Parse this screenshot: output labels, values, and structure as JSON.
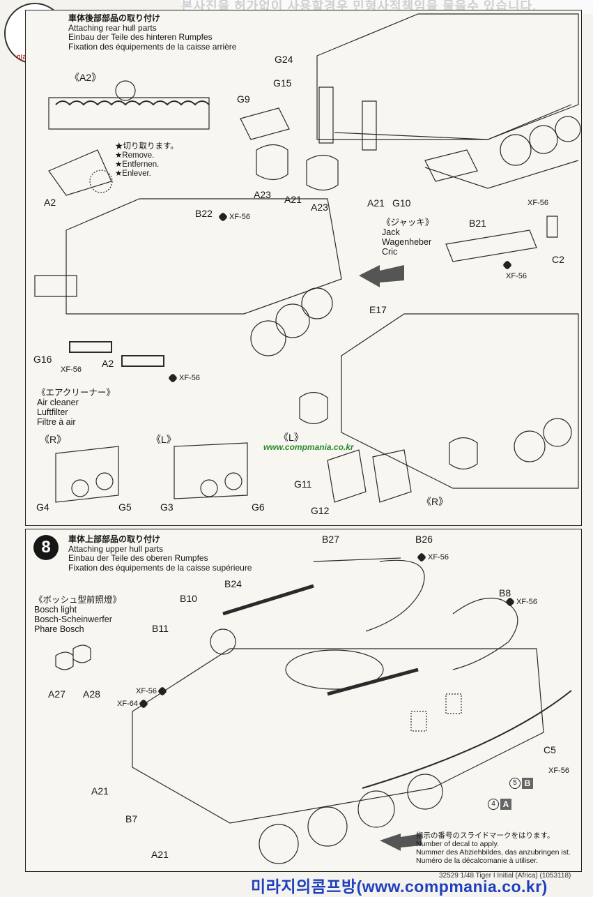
{
  "watermark_top": "본사진을 허가없이 사용할경우 민형사적책임을 물을수 있습니다.",
  "logo": {
    "text": "미라지의 콤프방"
  },
  "step7": {
    "jp": "車体後部部品の取り付け",
    "en": "Attaching rear hull parts",
    "de": "Einbau der Teile des hinteren Rumpfes",
    "fr": "Fixation des équipements de la caisse arrière"
  },
  "remove_note": {
    "jp": "★切り取ります。",
    "en": "★Remove.",
    "de": "★Entfernen.",
    "fr": "★Enlever."
  },
  "jack": {
    "jp": "《ジャッキ》",
    "en": "Jack",
    "de": "Wagenheber",
    "fr": "Cric"
  },
  "air_cleaner": {
    "jp": "《エアクリーナー》",
    "en": "Air cleaner",
    "de": "Luftfilter",
    "fr": "Filtre à air"
  },
  "labels_top": {
    "a2_bracket": "《A2》",
    "g24": "G24",
    "g15": "G15",
    "g9": "G9",
    "a23_left": "A23",
    "a21_mid": "A21",
    "a23_right": "A23",
    "a21_right": "A21",
    "g10": "G10",
    "a2_left": "A2",
    "b22": "B22",
    "xf56_b22": "XF-56",
    "xf56_c2": "XF-56",
    "b21": "B21",
    "c2": "C2",
    "xf56_b21": "XF-56",
    "e17": "E17",
    "g16": "G16",
    "xf56_a2": "XF-56",
    "a2_bottom": "A2",
    "xf56_track": "XF-56",
    "r_left": "《R》",
    "l_left": "《L》",
    "l_center": "《L》",
    "r_center": "《R》",
    "g4": "G4",
    "g5": "G5",
    "g3": "G3",
    "g6": "G6",
    "g11": "G11",
    "g12": "G12"
  },
  "site_watermark": "www.compmania.co.kr",
  "step8": {
    "number": "8",
    "jp": "車体上部部品の取り付け",
    "en": "Attaching upper hull parts",
    "de": "Einbau der Teile des oberen Rumpfes",
    "fr": "Fixation des équipements de la caisse supérieure"
  },
  "bosch": {
    "jp": "《ボッシュ型前照燈》",
    "en": "Bosch light",
    "de": "Bosch-Scheinwerfer",
    "fr": "Phare Bosch"
  },
  "labels_bottom": {
    "b27": "B27",
    "b26": "B26",
    "xf56_b26": "XF-56",
    "b24": "B24",
    "b8": "B8",
    "xf56_b8": "XF-56",
    "b10": "B10",
    "b11": "B11",
    "a27": "A27",
    "a28": "A28",
    "xf56_left": "XF-56",
    "xf64": "XF-64",
    "c5": "C5",
    "xf56_c5": "XF-56",
    "a21_a": "A21",
    "b7": "B7",
    "a21_b": "A21",
    "decal5": "5",
    "decalB": "B",
    "decal4": "4",
    "decalA": "A"
  },
  "decal_note": {
    "jp": "指示の番号のスライドマークをはります。",
    "en": "Number of decal to apply.",
    "de": "Nummer des Abziehbildes, das anzubringen ist.",
    "fr": "Numéro de la décalcomanie à utiliser."
  },
  "footer": {
    "model": "32529 1/48 Tiger I Initial (Africa) (1053118)",
    "site": "미라지의콤프방(www.compmania.co.kr)"
  }
}
